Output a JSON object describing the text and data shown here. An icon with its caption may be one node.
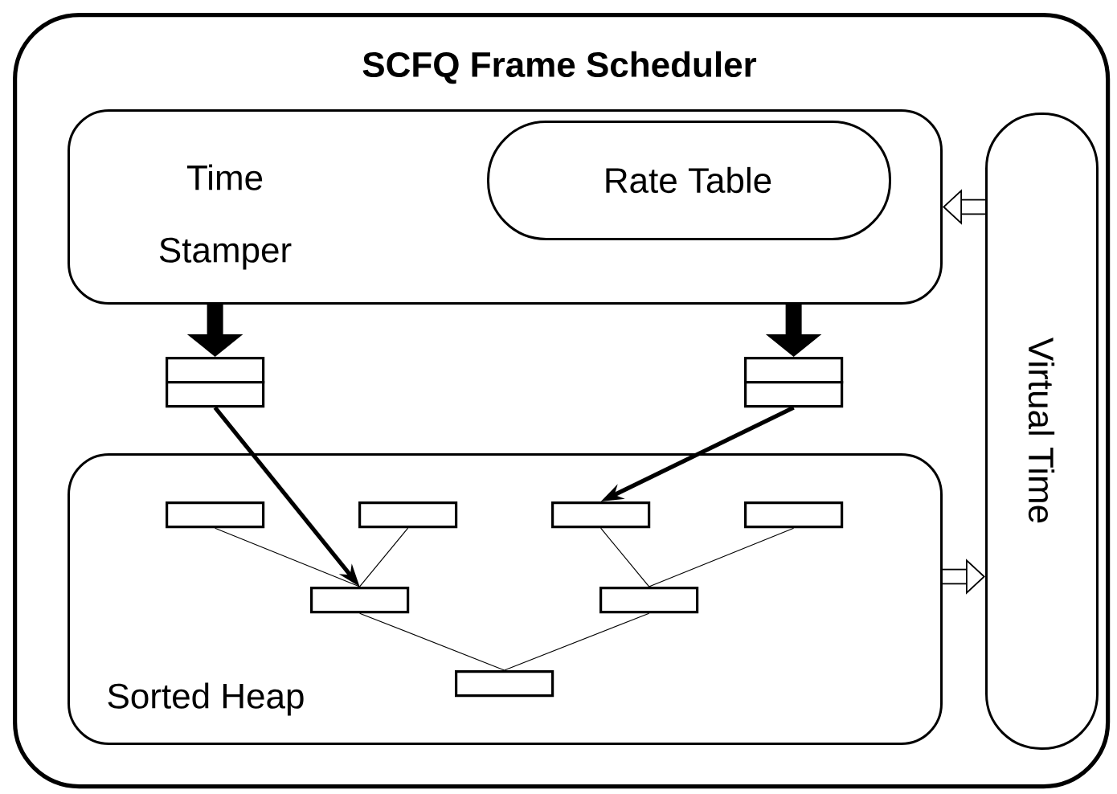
{
  "diagram": {
    "nodes": [
      {
        "text": [
          "SCFQ Frame Scheduler"
        ]
      },
      {
        "text": [
          "Time Stamper"
        ],
        "in": 0
      },
      {
        "text": [
          "Rate Table"
        ],
        "in": 1
      },
      {
        "text": [
          "Virtual Time"
        ],
        "in": 0
      },
      {
        "text": [],
        "shape": "box",
        "in": 0
      },
      {
        "text": [],
        "shape": "box",
        "in": 0
      },
      {
        "text": [
          "Sorted Heap"
        ],
        "in": 0
      },
      {
        "text": [],
        "shape": "box",
        "in": 6
      },
      {
        "text": [],
        "shape": "box",
        "in": 6
      },
      {
        "text": [],
        "shape": "box",
        "in": 6
      },
      {
        "text": [],
        "shape": "box",
        "in": 6
      },
      {
        "text": [],
        "shape": "box",
        "in": 6
      },
      {
        "text": [],
        "shape": "box",
        "in": 6
      },
      {
        "text": [],
        "shape": "box",
        "in": 6
      }
    ],
    "edges": [
      {
        "from": 1,
        "to": 4,
        "arrow": "to",
        "style": "thick"
      },
      {
        "from": 1,
        "to": 5,
        "arrow": "to",
        "style": "thick"
      },
      {
        "from": 3,
        "to": 1,
        "arrow": "to",
        "style": "thick"
      },
      {
        "from": 4,
        "to": 11,
        "arrow": "to",
        "style": "thick"
      },
      {
        "from": 5,
        "to": 9,
        "arrow": "to",
        "style": "thick"
      },
      {
        "from": 7,
        "to": 11,
        "arrow": "none"
      },
      {
        "from": 8,
        "to": 11,
        "arrow": "none"
      },
      {
        "from": 9,
        "to": 12,
        "arrow": "none"
      },
      {
        "from": 10,
        "to": 12,
        "arrow": "none"
      },
      {
        "from": 11,
        "to": 13,
        "arrow": "none"
      },
      {
        "from": 12,
        "to": 13,
        "arrow": "none"
      },
      {
        "from": 6,
        "to": 3,
        "arrow": "to",
        "style": "thick"
      }
    ]
  }
}
